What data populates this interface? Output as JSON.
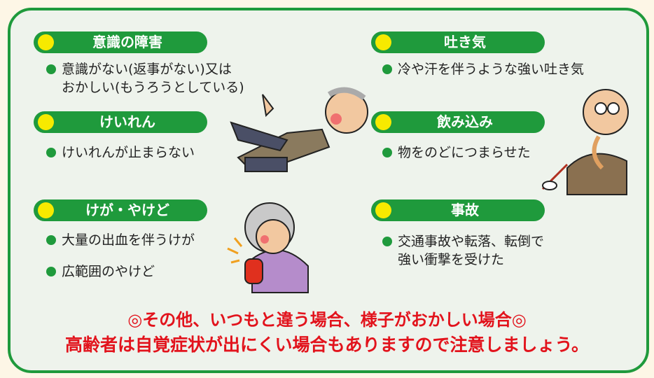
{
  "sections": [
    {
      "title": "意識の障害",
      "items": [
        "意識がない(返事がない)又は",
        "おかしい(もうろうとしている)"
      ]
    },
    {
      "title": "けいれん",
      "items": [
        "けいれんが止まらない"
      ]
    },
    {
      "title": "けが・やけど",
      "items": [
        "大量の出血を伴うけが",
        "広範囲のやけど"
      ]
    },
    {
      "title": "吐き気",
      "items": [
        "冷や汗を伴うような強い吐き気"
      ]
    },
    {
      "title": "飲み込み",
      "items": [
        "物をのどにつまらせた"
      ]
    },
    {
      "title": "事故",
      "items": [
        "交通事故や転落、転倒で",
        "強い衝撃を受けた"
      ]
    }
  ],
  "footer": {
    "line1": "◎その他、いつもと違う場合、様子がおかしい場合◎",
    "line2": "高齢者は自覚症状が出にくい場合もありますので注意しましょう。"
  },
  "colors": {
    "green": "#1f9a3c",
    "yellow": "#f7ea00",
    "red": "#e2131c"
  }
}
